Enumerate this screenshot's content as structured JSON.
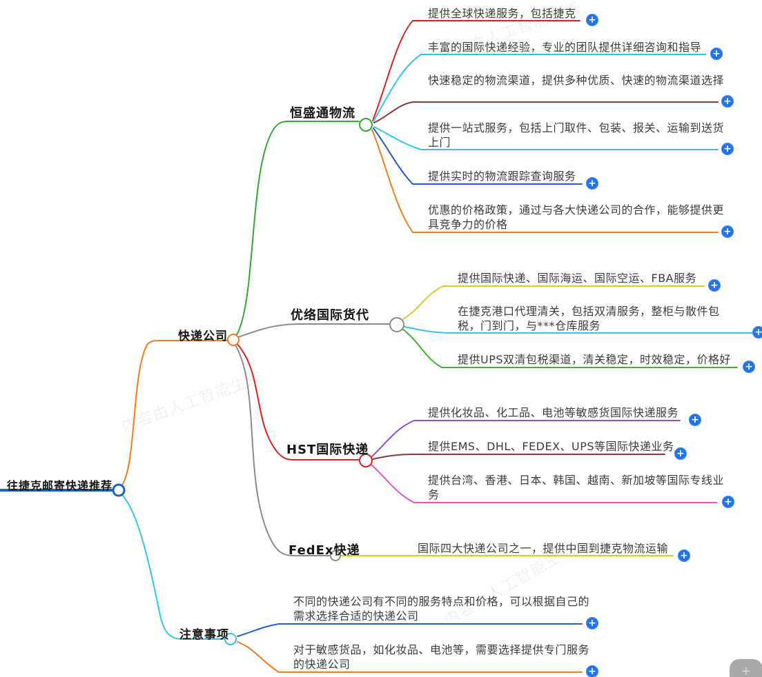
{
  "palette": {
    "root_blue": "#1565c0",
    "orange": "#f07c1d",
    "cyan": "#2fc7e8",
    "green": "#2faa2d",
    "gray": "#8a8a8a",
    "red": "#e01f1f",
    "maroon": "#8e3535",
    "blue": "#1e5fc4",
    "yellow": "#d4cb2d",
    "leaf_green": "#3cb42c",
    "purple": "#9747d6",
    "magenta": "#ea52cf",
    "plus_blue": "#2273e8"
  },
  "icons": {
    "plus": "+",
    "corner_plus": "+"
  },
  "watermark": {
    "text": "内容由人工智能生成"
  },
  "root": {
    "label": "往捷克邮寄快递推荐"
  },
  "branches": [
    {
      "label": "快递公司",
      "children": [
        {
          "label": "恒盛通物流",
          "leaves": [
            {
              "text": "提供全球快递服务，包括捷克"
            },
            {
              "text": "丰富的国际快递经验，专业的团队提供详细咨询和指导"
            },
            {
              "text": "快速稳定的物流渠道，提供多种优质、快速的物流渠道选择"
            },
            {
              "text": "提供一站式服务，包括上门取件、包装、报关、运输到送货上门"
            },
            {
              "text": "提供实时的物流跟踪查询服务"
            },
            {
              "text": "优惠的价格政策，通过与各大快递公司的合作，能够提供更具竞争力的价格"
            }
          ]
        },
        {
          "label": "优络国际货代",
          "leaves": [
            {
              "text": "提供国际快递、国际海运、国际空运、FBA服务"
            },
            {
              "text": "在捷克港口代理清关，包括双清服务，整柜与散件包税，门到门，与***仓库服务"
            },
            {
              "text": "提供UPS双清包税渠道，清关稳定，时效稳定，价格好"
            }
          ]
        },
        {
          "label": "HST国际快递",
          "leaves": [
            {
              "text": "提供化妆品、化工品、电池等敏感货国际快递服务"
            },
            {
              "text": "提供EMS、DHL、FEDEX、UPS等国际快递业务"
            },
            {
              "text": "提供台湾、香港、日本、韩国、越南、新加坡等国际专线业务"
            }
          ]
        },
        {
          "label": "FedEx快递",
          "leaves": [
            {
              "text": "国际四大快递公司之一，提供中国到捷克物流运输"
            }
          ]
        }
      ]
    },
    {
      "label": "注意事项",
      "leaves": [
        {
          "text": "不同的快递公司有不同的服务特点和价格，可以根据自己的需求选择合适的快递公司"
        },
        {
          "text": "对于敏感货品，如化妆品、电池等，需要选择提供专门服务的快递公司"
        }
      ]
    }
  ]
}
